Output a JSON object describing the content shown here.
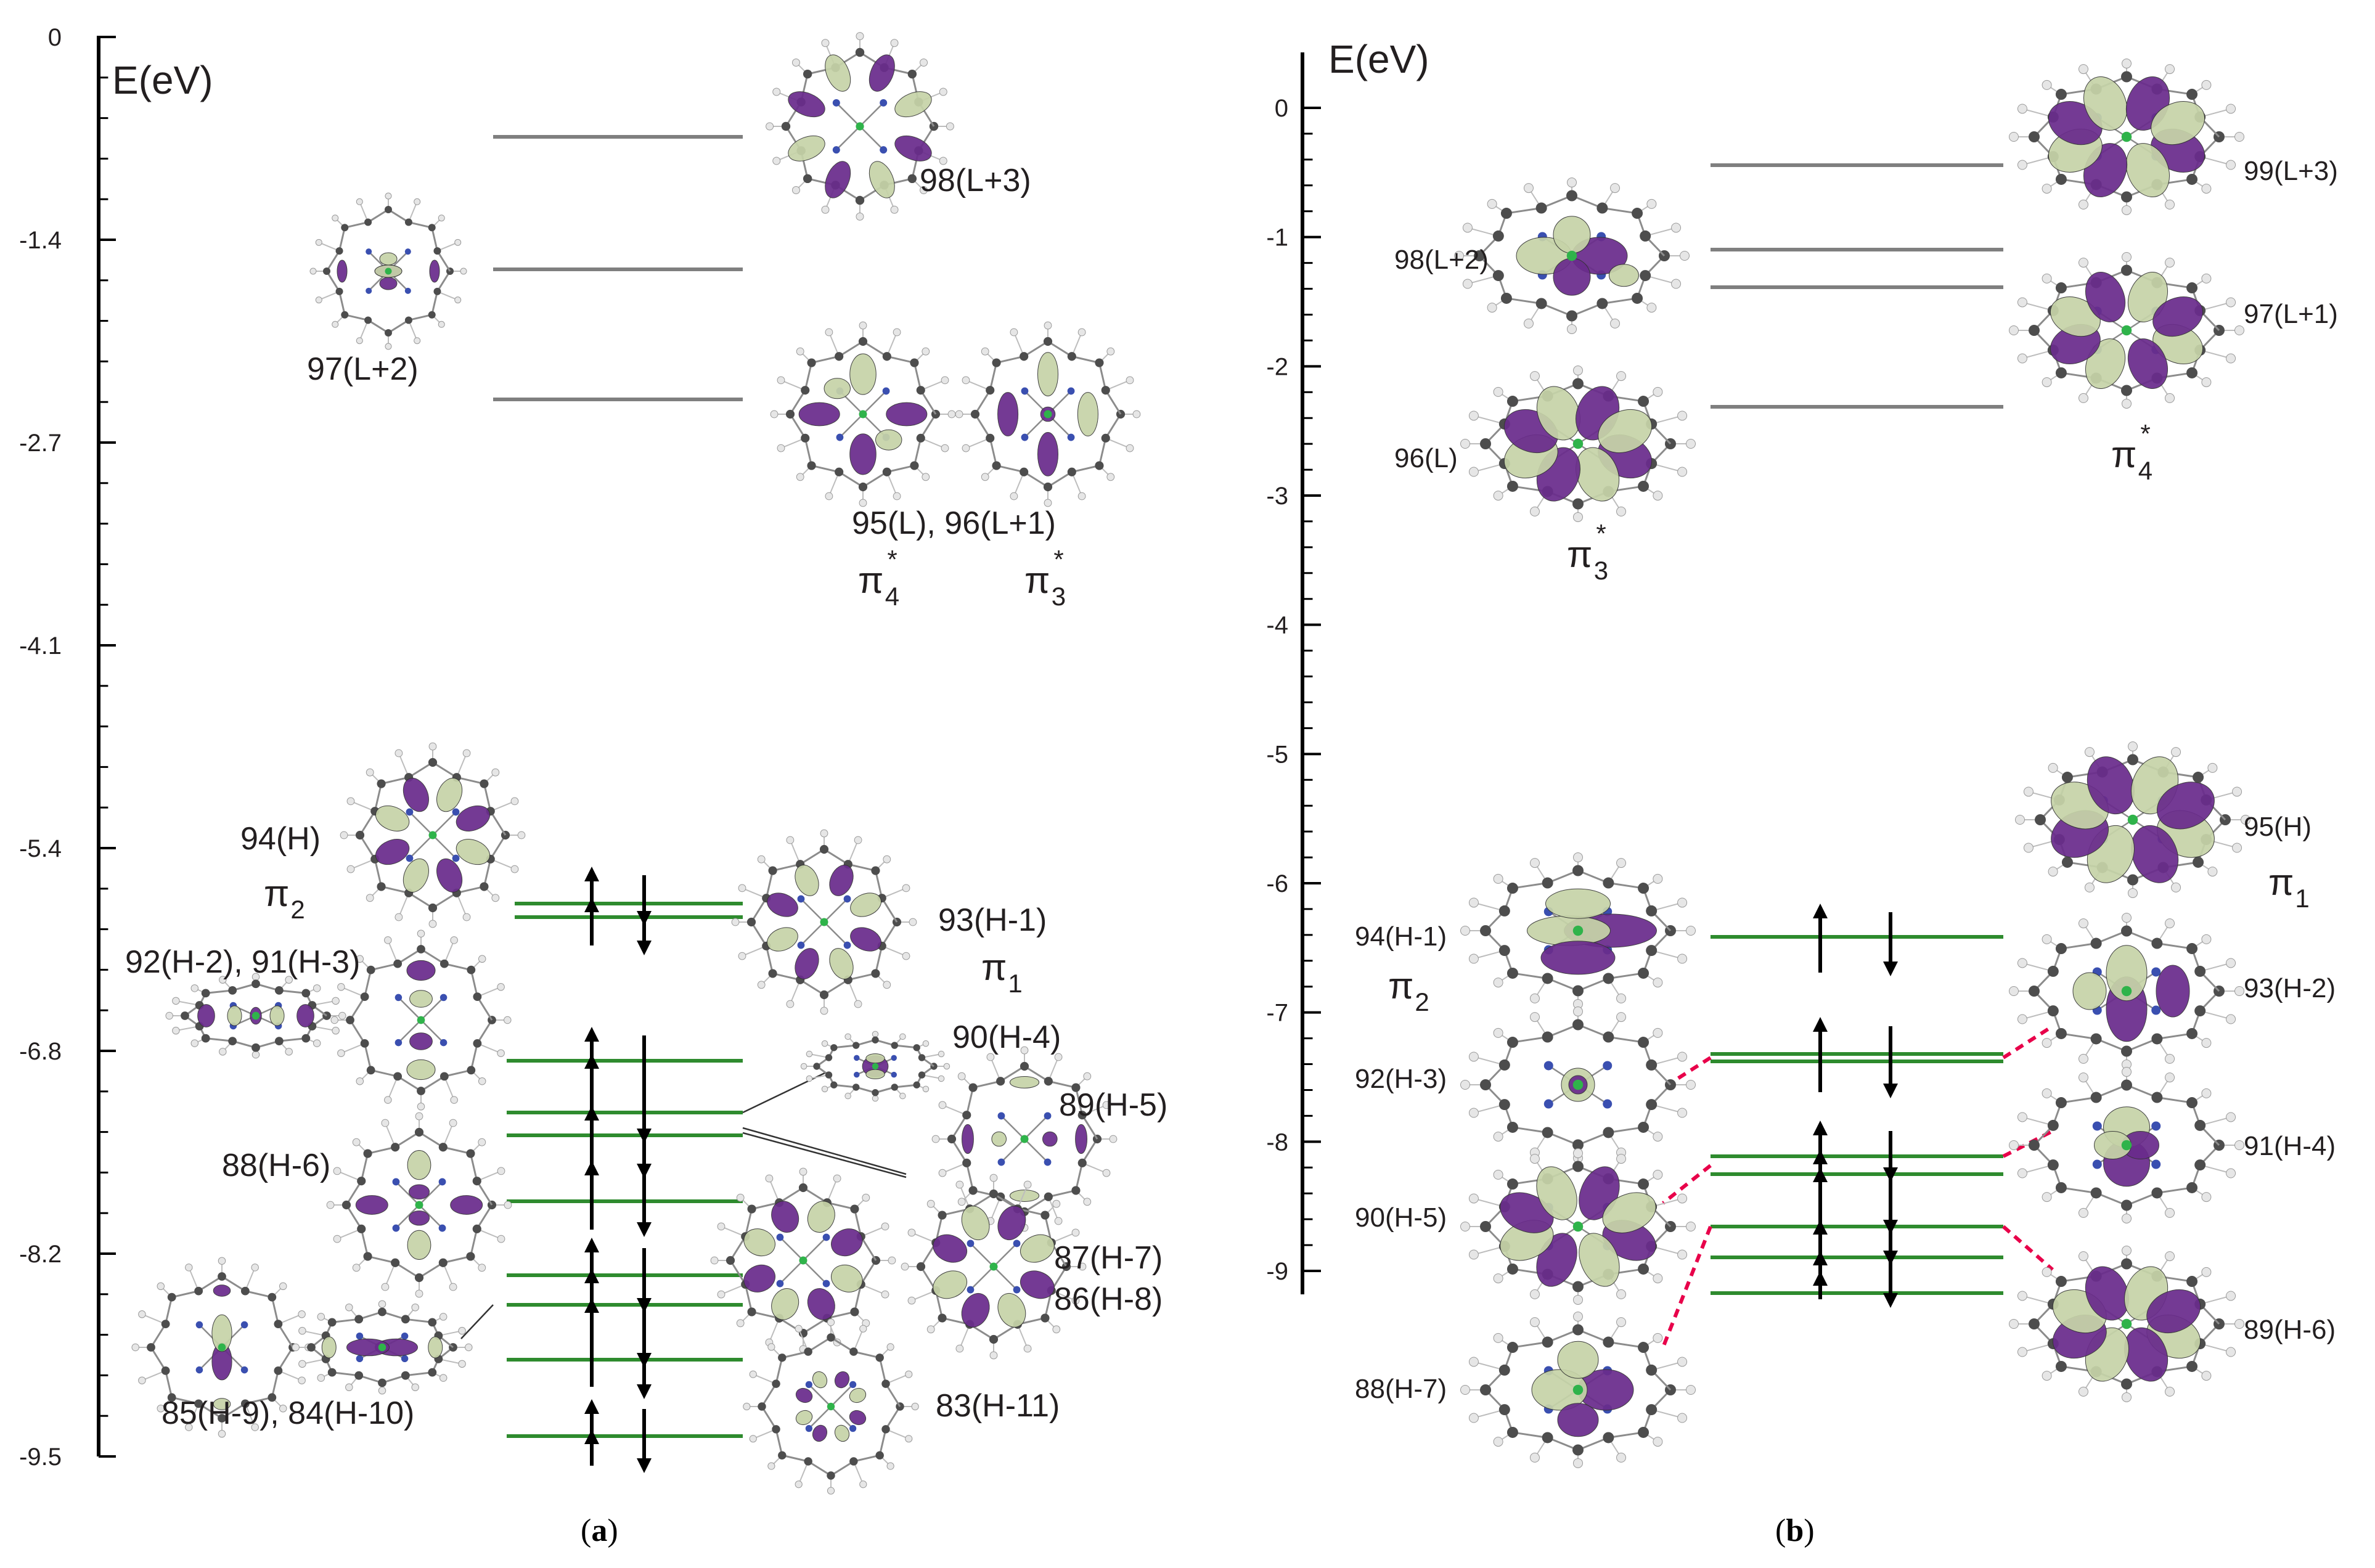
{
  "panel_a": {
    "label": "(a)",
    "label_letter": "a",
    "axis_title": "E(eV)",
    "ticks": [
      "0",
      "-1.4",
      "-2.7",
      "-4.1",
      "-5.4",
      "-6.8",
      "-8.2",
      "-9.5"
    ],
    "orbitals": [
      {
        "id": "98",
        "label": "98(L+3)",
        "energy": -0.8,
        "occupied": false
      },
      {
        "id": "97",
        "label": "97(L+2)",
        "energy": -1.6,
        "occupied": false
      },
      {
        "id": "95-96",
        "label": "95(L), 96(L+1)",
        "energy": -2.4,
        "occupied": false
      },
      {
        "id": "94",
        "label": "94(H)",
        "energy": -5.9,
        "occupied": true
      },
      {
        "id": "93",
        "label": "93(H-1)",
        "energy": -5.97,
        "occupied": true
      },
      {
        "id": "92-91",
        "label": "92(H-2), 91(H-3)",
        "energy": -6.85,
        "occupied": true
      },
      {
        "id": "90",
        "label": "90(H-4)",
        "energy": -7.2,
        "occupied": true
      },
      {
        "id": "89",
        "label": "89(H-5)",
        "energy": -7.3,
        "occupied": true
      },
      {
        "id": "88",
        "label": "88(H-6)",
        "energy": -7.75,
        "occupied": true
      },
      {
        "id": "87-86",
        "label": "87(H-7)",
        "energy": -8.35,
        "occupied": true
      },
      {
        "id": "86",
        "label": "86(H-8)",
        "energy": -8.55,
        "occupied": true
      },
      {
        "id": "85-84",
        "label": "85(H-9), 84(H-10)",
        "energy": -8.9,
        "occupied": true
      },
      {
        "id": "83",
        "label": "83(H-11)",
        "energy": -9.4,
        "occupied": true
      }
    ],
    "symmetry_labels": [
      {
        "text": "π",
        "sup": "*",
        "sub": "4"
      },
      {
        "text": "π",
        "sup": "*",
        "sub": "3"
      },
      {
        "text": "π",
        "sup": "",
        "sub": "2"
      },
      {
        "text": "π",
        "sup": "",
        "sub": "1"
      }
    ]
  },
  "panel_b": {
    "label": "(b)",
    "label_letter": "b",
    "axis_title": "E(eV)",
    "ticks": [
      "0",
      "-1",
      "-2",
      "-3",
      "-4",
      "-5",
      "-6",
      "-7",
      "-8",
      "-9"
    ],
    "orbitals": [
      {
        "id": "99",
        "label": "99(L+3)",
        "energy": -0.45,
        "occupied": false
      },
      {
        "id": "98",
        "label": "98(L+2)",
        "energy": -1.1,
        "occupied": false
      },
      {
        "id": "97",
        "label": "97(L+1)",
        "energy": -1.4,
        "occupied": false
      },
      {
        "id": "96",
        "label": "96(L)",
        "energy": -2.35,
        "occupied": false
      },
      {
        "id": "95-94",
        "label": "95(H)",
        "energy": -6.5,
        "occupied": true
      },
      {
        "id": "94",
        "label": "94(H-1)",
        "energy": -6.5,
        "occupied": true
      },
      {
        "id": "93-92",
        "label": "93(H-2)",
        "energy": -7.42,
        "occupied": true
      },
      {
        "id": "92",
        "label": "92(H-3)",
        "energy": -7.47,
        "occupied": true
      },
      {
        "id": "91-90",
        "label": "91(H-4)",
        "energy": -8.25,
        "occupied": true
      },
      {
        "id": "90",
        "label": "90(H-5)",
        "energy": -8.38,
        "occupied": true
      },
      {
        "id": "89-88",
        "label": "89(H-6)",
        "energy": -8.75,
        "occupied": true
      },
      {
        "id": "88",
        "label": "88(H-7)",
        "energy": -9.0,
        "occupied": true
      },
      {
        "id": "extra",
        "label": "",
        "energy": -9.3,
        "occupied": true
      }
    ],
    "symmetry_labels": [
      {
        "text": "π",
        "sup": "*",
        "sub": "4"
      },
      {
        "text": "π",
        "sup": "*",
        "sub": "3"
      },
      {
        "text": "π",
        "sup": "",
        "sub": "2"
      },
      {
        "text": "π",
        "sup": "",
        "sub": "1"
      }
    ]
  },
  "colors": {
    "axis": "#000000",
    "text": "#231f20",
    "unoccupied_level": "#7f7f7f",
    "occupied_level": "#2e8b2e",
    "lobe_purple": "#6a2c8c",
    "lobe_green": "#c6d3a8",
    "bond": "#8c8c8c",
    "atom": "#4d4d4d",
    "correlation": "#e8004a"
  }
}
